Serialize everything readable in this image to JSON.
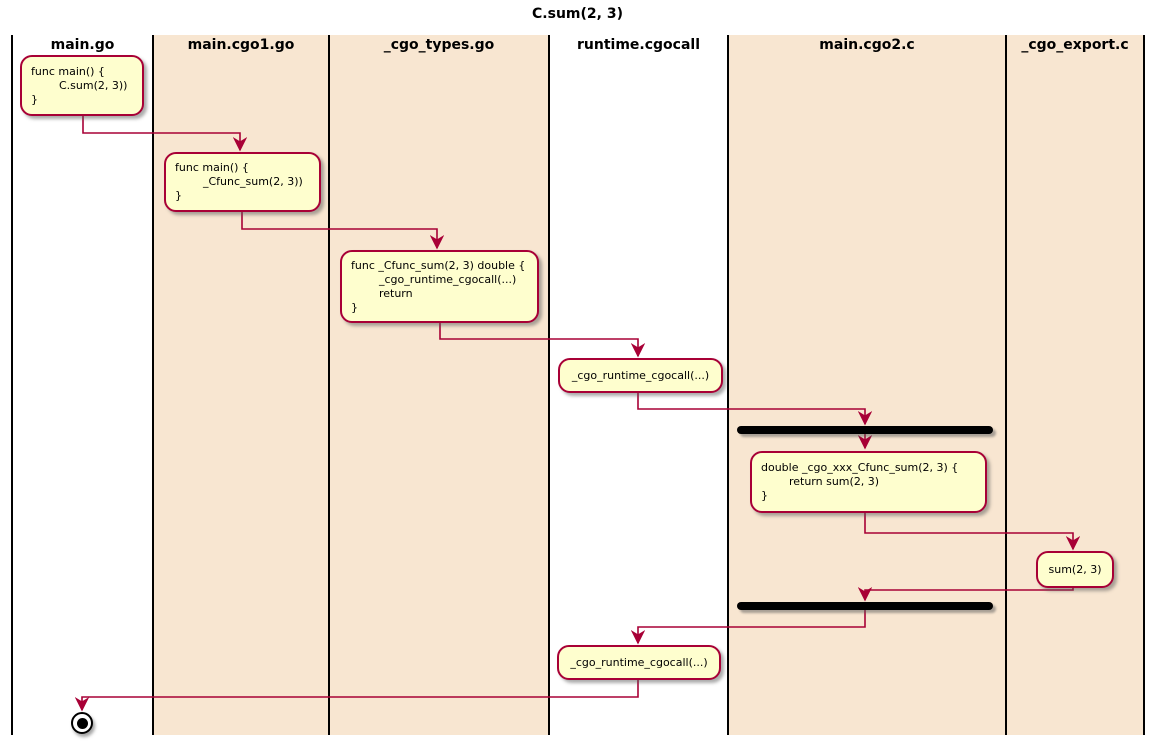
{
  "title": "C.sum(2, 3)",
  "palette": {
    "accent": "#A80036",
    "activity_fill": "#FEFECE",
    "lane_fill_tinted": "#F8E6D1",
    "lane_fill_plain": "#FFFFFF",
    "sync_bar": "#000000"
  },
  "lanes": [
    {
      "label": "main.go",
      "fill": "#FFFFFF"
    },
    {
      "label": "main.cgo1.go",
      "fill": "#F8E6D1"
    },
    {
      "label": "_cgo_types.go",
      "fill": "#F8E6D1"
    },
    {
      "label": "runtime.cgocall",
      "fill": "#FFFFFF"
    },
    {
      "label": "main.cgo2.c",
      "fill": "#F8E6D1"
    },
    {
      "label": "_cgo_export.c",
      "fill": "#F8E6D1"
    }
  ],
  "nodes": {
    "main_go_call": {
      "lines": [
        "func main() {",
        "        C.sum(2, 3))",
        "}"
      ]
    },
    "cgo1_call": {
      "lines": [
        "func main() {",
        "        _Cfunc_sum(2, 3))",
        "}"
      ]
    },
    "cgo_types_func": {
      "lines": [
        "func _Cfunc_sum(2, 3) double {",
        "        _cgo_runtime_cgocall(...)",
        "        return",
        "}"
      ]
    },
    "runtime_cgocall_first": {
      "label": "_cgo_runtime_cgocall(...)"
    },
    "cgo2_impl": {
      "lines": [
        "double _cgo_xxx_Cfunc_sum(2, 3) {",
        "        return sum(2, 3)",
        "}"
      ]
    },
    "export_sum": {
      "label": "sum(2, 3)"
    },
    "runtime_cgocall_second": {
      "label": "_cgo_runtime_cgocall(...)"
    }
  }
}
